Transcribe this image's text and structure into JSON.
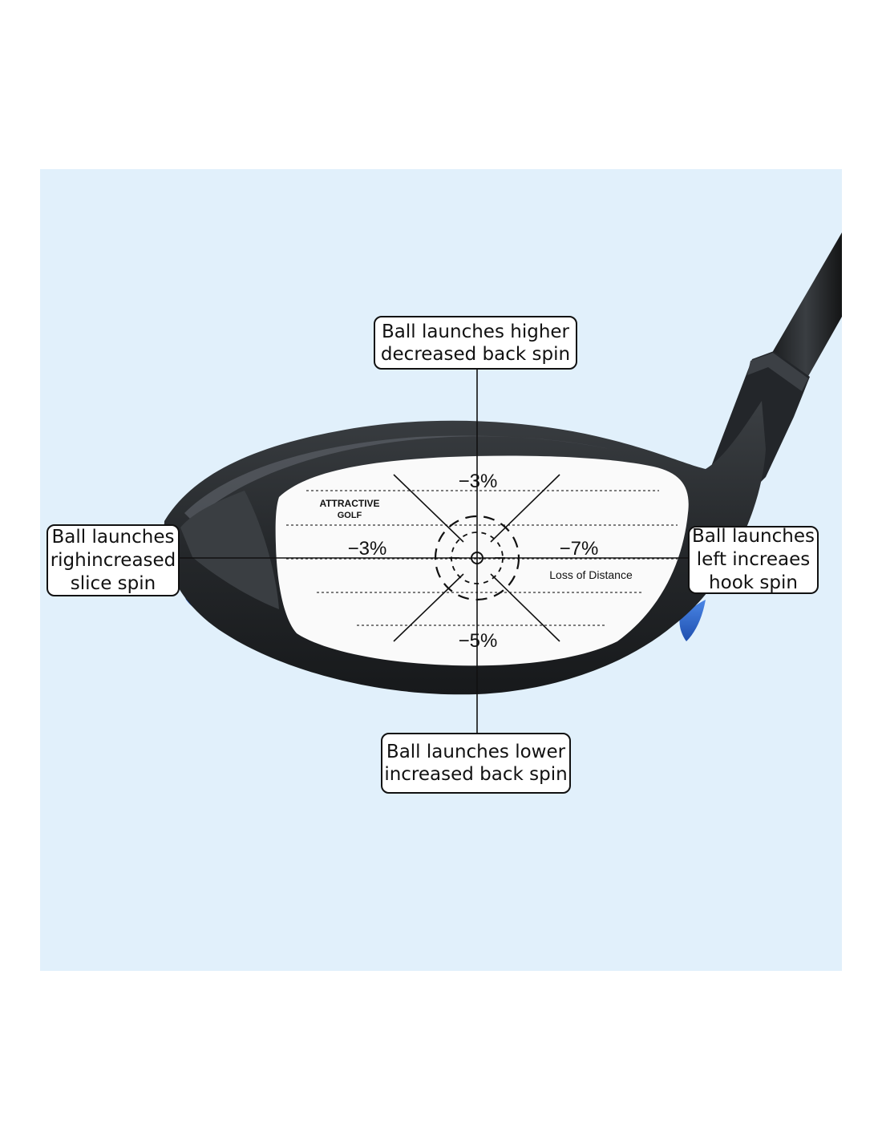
{
  "colors": {
    "background_panel": "#e1f0fb",
    "club_body": "#2a2d30",
    "club_accent": "#2a66d1",
    "face": "#fafafa"
  },
  "face": {
    "brand_line1": "ATTRACTIVE",
    "brand_line2": "GOLF",
    "pct_top": "−3%",
    "pct_bottom": "−5%",
    "pct_left": "−3%",
    "pct_right": "−7%",
    "loss_label": "Loss of Distance"
  },
  "callouts": {
    "top": {
      "line1": "Ball launches higher",
      "line2": "decreased back spin"
    },
    "bottom": {
      "line1": "Ball launches lower",
      "line2": "increased back spin"
    },
    "left": {
      "line1": "Ball launches",
      "line2": "righincreased",
      "line3": "slice spin"
    },
    "right": {
      "line1": "Ball launches",
      "line2": "left increaes",
      "line3": "hook spin"
    }
  }
}
